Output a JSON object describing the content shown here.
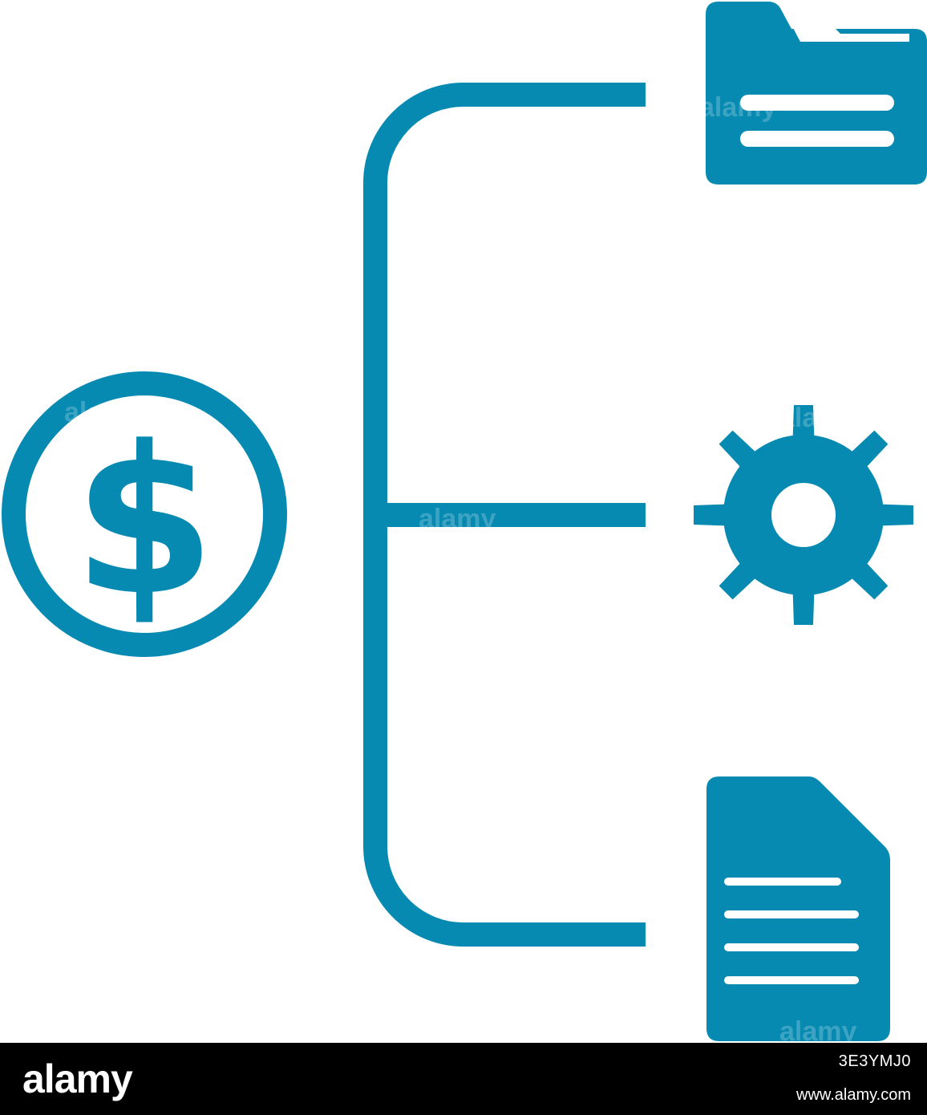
{
  "colors": {
    "primary": "#078ab1",
    "background": "#ffffff",
    "footer_background": "#000000",
    "footer_text": "#ffffff"
  },
  "icons": {
    "source": "dollar-coin-icon",
    "targets": [
      "folder-icon",
      "gear-icon",
      "document-icon"
    ]
  },
  "diagram": {
    "watermark": "alamy"
  },
  "footer": {
    "logo": "alamy",
    "image_id": "3E3YMJ0",
    "url": "www.alamy.com"
  }
}
